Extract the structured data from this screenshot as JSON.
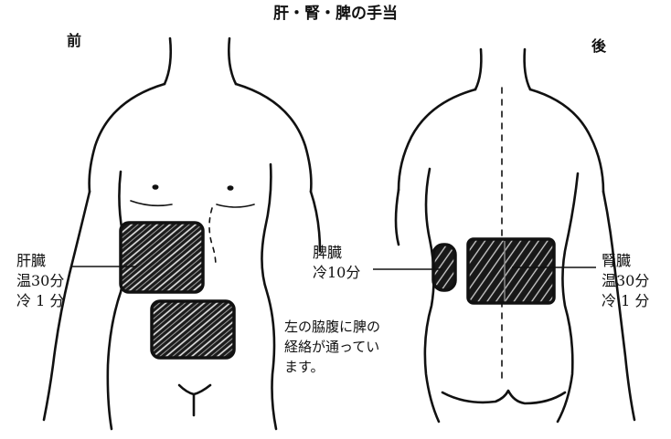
{
  "title": "肝・腎・脾の手当",
  "views": {
    "front": "前",
    "back": "後"
  },
  "labels": {
    "liver": {
      "name": "肝臓",
      "warm": "温30分",
      "cold": "冷 1 分"
    },
    "spleen": {
      "name": "脾臓",
      "cold": "冷10分"
    },
    "kidney": {
      "name": "腎臓",
      "warm": "温30分",
      "cold": "冷 1 分"
    }
  },
  "note": [
    "左の脇腹に脾の",
    "経絡が通ってい",
    "ます。"
  ],
  "colors": {
    "ink": "#111111",
    "pad": "#2a2a2a",
    "background": "#ffffff"
  }
}
